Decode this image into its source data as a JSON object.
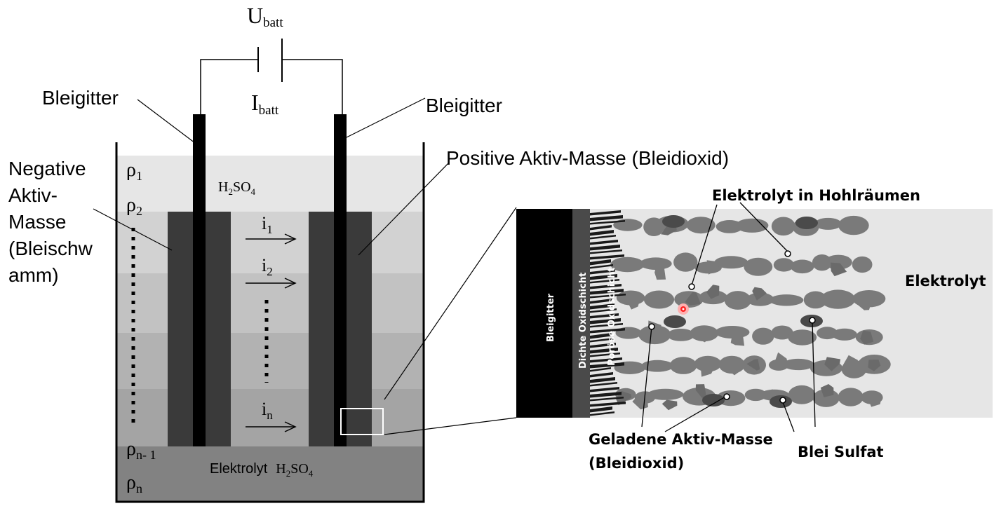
{
  "battery": {
    "u_main": "U",
    "u_sub": "batt",
    "i_main": "I",
    "i_sub": "batt"
  },
  "labels": {
    "grid_left": "Bleigitter",
    "grid_right": "Bleigitter",
    "negative_mass": [
      "Negative",
      "Aktiv-",
      "Masse",
      "(Bleischw",
      "amm)"
    ],
    "positive_mass": "Positive Aktiv-Masse (Bleidioxid)",
    "h2so4_top": {
      "h": "H",
      "two": "2",
      "so": "SO",
      "four": "4"
    },
    "electrolyte_bottom": {
      "word": "Elektrolyt",
      "h": "H",
      "two": "2",
      "so": "SO",
      "four": "4"
    }
  },
  "densities": {
    "rho": "ρ",
    "sub1": "1",
    "sub2": "2",
    "subn1": "n- 1",
    "subn": "n"
  },
  "currents": {
    "i": "i",
    "sub1": "1",
    "sub2": "2",
    "subn": "n"
  },
  "zoom": {
    "bleigitter": "Bleigitter",
    "dichte": "Dichte Oxidschicht",
    "poroese": "Poröse Oxidschicht",
    "hohlraeume": "Elektrolyt in Hohlräumen",
    "elektrolyt": "Elektrolyt",
    "geladene_1": "Geladene Aktiv-Masse",
    "geladene_2": "(Bleidioxid)",
    "blei_sulfat": "Blei Sulfat"
  },
  "colors": {
    "layer1": "#e6e6e6",
    "layer2": "#d2d2d2",
    "layer3": "#c2c2c2",
    "layer4": "#b2b2b2",
    "layer5": "#a4a4a4",
    "bottom": "#828282",
    "electrode": "#3a3a3a",
    "grid": "#000000",
    "zoom_bg": "#e6e6e6",
    "particle": "#7a7a7a",
    "particle_dark": "#4a4a4a",
    "marker": "#ff2222"
  }
}
